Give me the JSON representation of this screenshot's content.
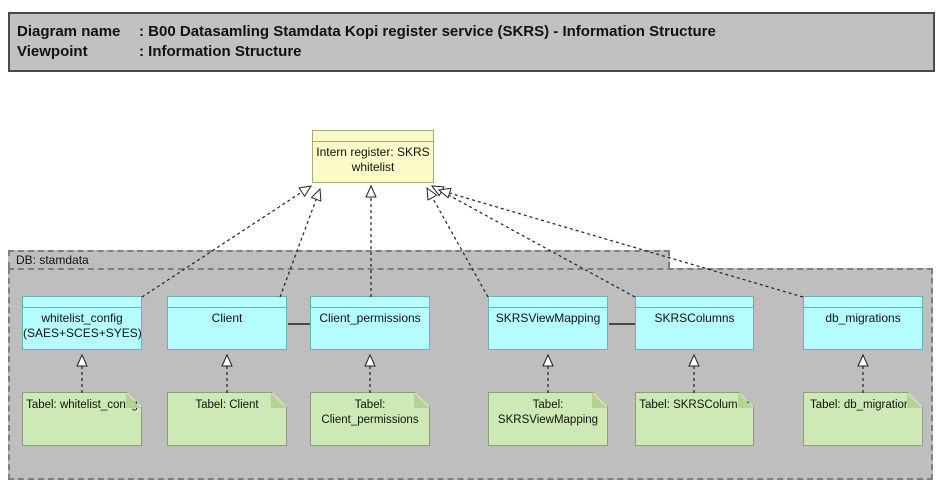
{
  "header": {
    "colon": ":",
    "diagram_name_label": "Diagram name",
    "diagram_name_value": "B00 Datasamling Stamdata Kopi register service (SKRS) - Information Structure",
    "viewpoint_label": "Viewpoint",
    "viewpoint_value": "Information Structure"
  },
  "register": {
    "label": "Intern register: SKRS whitelist"
  },
  "group": {
    "label": "DB: stamdata"
  },
  "entities": [
    {
      "label": "whitelist_config (SAES+SCES+SYES)"
    },
    {
      "label": "Client"
    },
    {
      "label": "Client_permissions"
    },
    {
      "label": "SKRSViewMapping"
    },
    {
      "label": "SKRSColumns"
    },
    {
      "label": "db_migrations"
    }
  ],
  "notes": [
    {
      "label": "Tabel: whitelist_config"
    },
    {
      "label": "Tabel: Client"
    },
    {
      "label": "Tabel: Client_permissions"
    },
    {
      "label": "Tabel: SKRSViewMapping"
    },
    {
      "label": "Tabel: SKRSColumns"
    },
    {
      "label": "Tabel: db_migrations"
    }
  ],
  "relations": [
    {
      "type": "realization",
      "source": "whitelist_config (SAES+SCES+SYES)",
      "target": "Intern register: SKRS whitelist"
    },
    {
      "type": "realization",
      "source": "Client",
      "target": "Intern register: SKRS whitelist"
    },
    {
      "type": "realization",
      "source": "Client_permissions",
      "target": "Intern register: SKRS whitelist"
    },
    {
      "type": "realization",
      "source": "SKRSViewMapping",
      "target": "Intern register: SKRS whitelist"
    },
    {
      "type": "realization",
      "source": "SKRSColumns",
      "target": "Intern register: SKRS whitelist"
    },
    {
      "type": "realization",
      "source": "db_migrations",
      "target": "Intern register: SKRS whitelist"
    },
    {
      "type": "realization",
      "source": "Tabel: whitelist_config",
      "target": "whitelist_config (SAES+SCES+SYES)"
    },
    {
      "type": "realization",
      "source": "Tabel: Client",
      "target": "Client"
    },
    {
      "type": "realization",
      "source": "Tabel: Client_permissions",
      "target": "Client_permissions"
    },
    {
      "type": "realization",
      "source": "Tabel: SKRSViewMapping",
      "target": "SKRSViewMapping"
    },
    {
      "type": "realization",
      "source": "Tabel: SKRSColumns",
      "target": "SKRSColumns"
    },
    {
      "type": "realization",
      "source": "Tabel: db_migrations",
      "target": "db_migrations"
    },
    {
      "type": "association",
      "source": "Client",
      "target": "Client_permissions"
    },
    {
      "type": "association",
      "source": "SKRSViewMapping",
      "target": "SKRSColumns"
    }
  ],
  "colors": {
    "title_bar_fill": "#C1C1C1",
    "group_fill": "#BEBEBE",
    "register_fill": "#FBFBC8",
    "register_border": "#A9A972",
    "entity_fill": "#B5FDFD",
    "entity_border": "#68B4B4",
    "note_fill": "#CDE9B5",
    "note_fold": "#B5D193",
    "connector_color": "#202020"
  }
}
